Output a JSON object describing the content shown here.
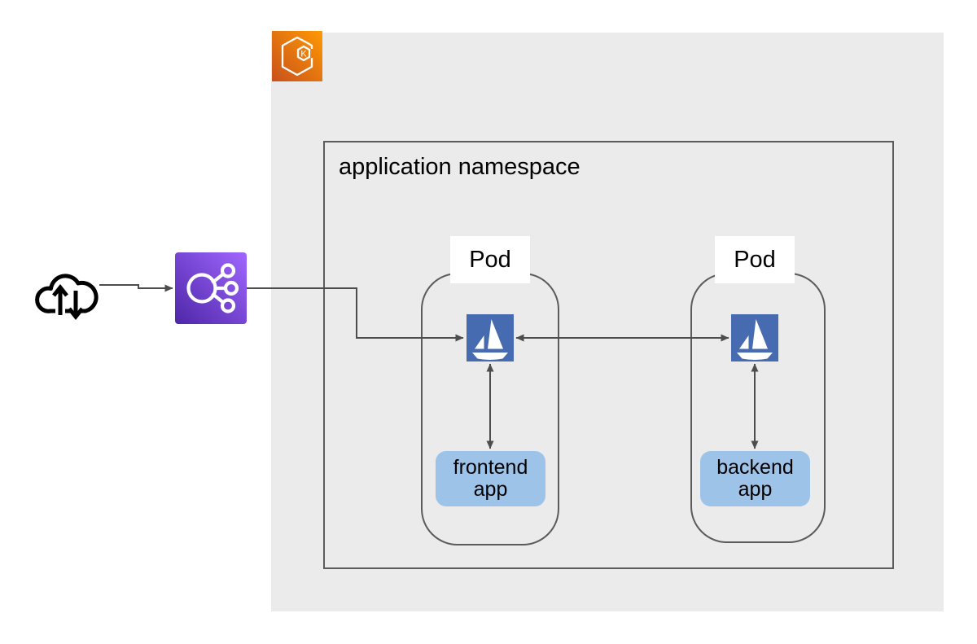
{
  "colors": {
    "page_bg": "#ffffff",
    "cluster_bg": "#ebebeb",
    "shape_border": "#5b5b5b",
    "arrow": "#4d4d4d",
    "istio_blue": "#466bb0",
    "app_blue": "#9dc3e8",
    "label_bg": "#ffffff",
    "text": "#000000",
    "icon_glyph": "#ffffff",
    "elb_from": "#4d27a8",
    "elb_to": "#a166ff",
    "eks_from": "#c8511b",
    "eks_to": "#ff9904"
  },
  "diagram": {
    "icons": {
      "cloud": "internet-traffic-cloud",
      "load_balancer": "elastic-load-balancer",
      "cluster": "amazon-eks",
      "sidecar": "istio-proxy"
    },
    "cluster": {
      "icon_letter": "K"
    },
    "namespace": {
      "label": "application namespace"
    },
    "pods": [
      {
        "label": "Pod",
        "app": {
          "line1": "frontend",
          "line2": "app"
        }
      },
      {
        "label": "Pod",
        "app": {
          "line1": "backend",
          "line2": "app"
        }
      }
    ]
  }
}
